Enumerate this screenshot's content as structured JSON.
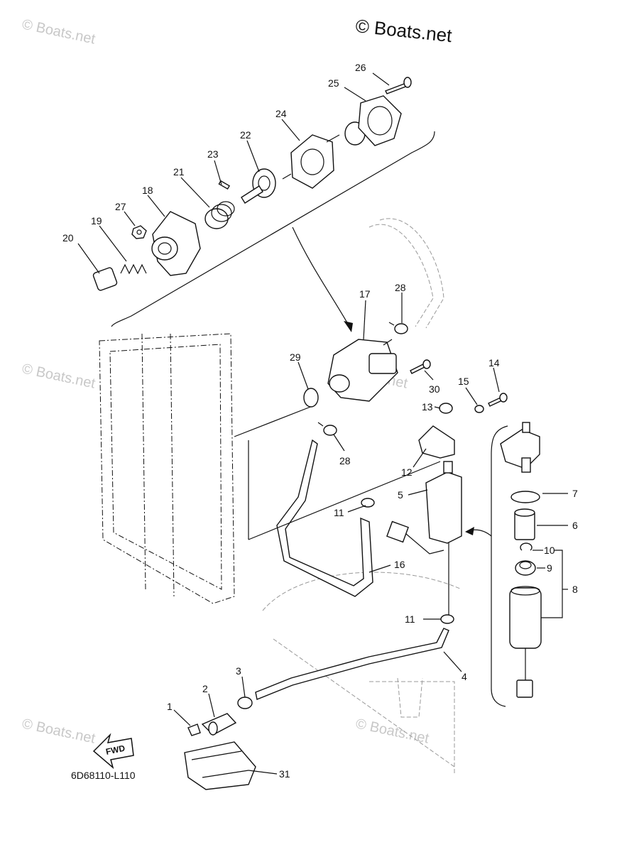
{
  "header": {
    "copyright": "© Boats.net"
  },
  "watermarks": [
    "© Boats.net",
    "© Boats.net",
    "© Boats.net",
    "© Boats.net",
    "© Boats.net",
    "© Boats.net"
  ],
  "fwd_label": "FWD",
  "diagram_code": "6D68110-L110",
  "callouts": [
    "1",
    "2",
    "3",
    "4",
    "5",
    "6",
    "7",
    "8",
    "9",
    "10",
    "11",
    "11",
    "12",
    "13",
    "14",
    "15",
    "16",
    "17",
    "18",
    "19",
    "20",
    "21",
    "22",
    "23",
    "24",
    "25",
    "26",
    "27",
    "28",
    "28",
    "29",
    "30",
    "31"
  ]
}
